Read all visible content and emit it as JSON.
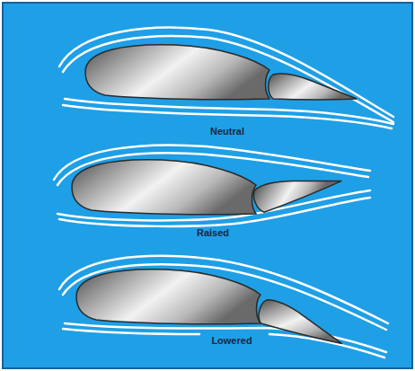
{
  "diagram": {
    "labels": [
      "Neutral",
      "Raised",
      "Lowered"
    ]
  }
}
